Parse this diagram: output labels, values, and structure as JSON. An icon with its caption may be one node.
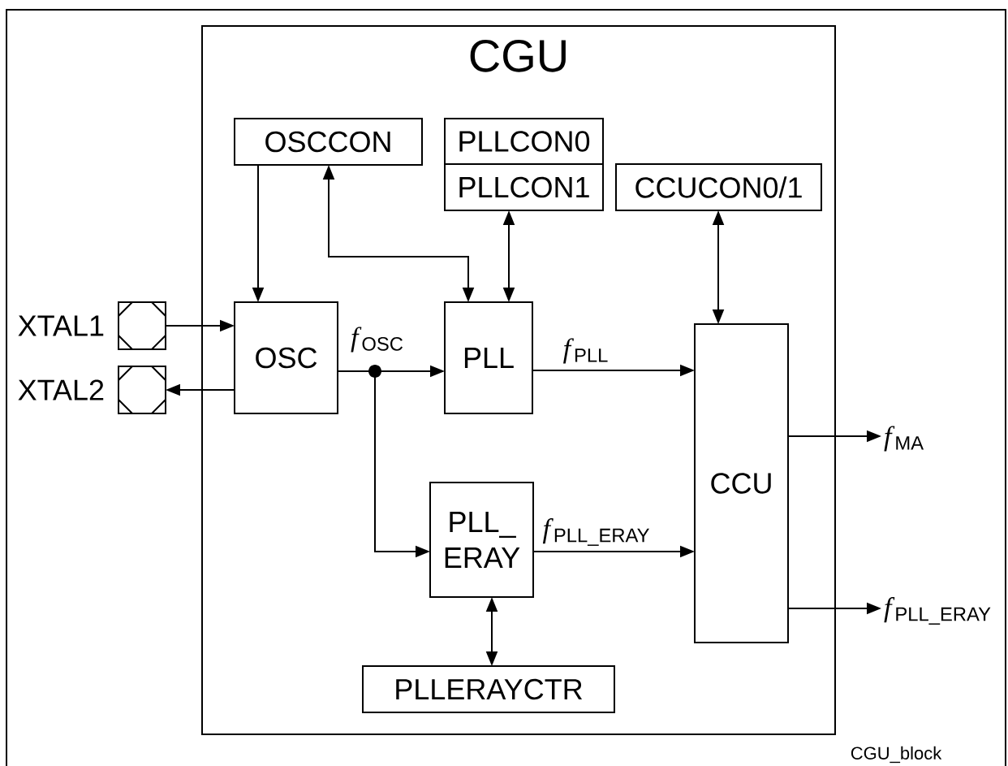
{
  "diagram": {
    "nodes": [
      {
        "text": [
          "CGU"
        ]
      },
      {
        "text": [
          "OSCCON"
        ],
        "in": 0
      },
      {
        "text": [
          "PLLCON0"
        ],
        "in": 0
      },
      {
        "text": [
          "PLLCON1"
        ],
        "in": 0
      },
      {
        "text": [
          "CCUCON0/1"
        ],
        "in": 0
      },
      {
        "text": [],
        "shape": "octagon",
        "beside": [
          "XTAL1"
        ]
      },
      {
        "text": [],
        "shape": "octagon",
        "beside": [
          "XTAL2"
        ]
      },
      {
        "text": [
          "OSC"
        ],
        "in": 0
      },
      {
        "text": [
          "PLL"
        ],
        "in": 0
      },
      {
        "text": [
          "PLL_ ERAY"
        ],
        "in": 0
      },
      {
        "text": [
          "CCU"
        ],
        "in": 0
      },
      {
        "text": [
          "PLLERAYCTR"
        ],
        "in": 0
      },
      {
        "text": [
          "*f*$_{MA}$"
        ]
      },
      {
        "text": [
          "*f*$_{PLL_ERAY}$"
        ]
      }
    ],
    "edges": [
      {
        "from": 5,
        "to": 7,
        "arrow": "to"
      },
      {
        "from": 7,
        "to": 6,
        "arrow": "to"
      },
      {
        "from": 1,
        "to": 7,
        "arrow": "to"
      },
      {
        "from": 1,
        "to": 8,
        "arrow": "both"
      },
      {
        "from": 3,
        "to": 8,
        "arrow": "both"
      },
      {
        "from": 4,
        "to": 10,
        "arrow": "both"
      },
      {
        "from": 7,
        "to": 8,
        "arrow": "to",
        "label": "*f*$_{OSC}$"
      },
      {
        "from": 7,
        "to": 9,
        "arrow": "to"
      },
      {
        "from": 8,
        "to": 10,
        "arrow": "to",
        "label": "*f*$_{PLL}$"
      },
      {
        "from": 9,
        "to": 10,
        "arrow": "to",
        "label": "*f*$_{PLL_ERAY}$"
      },
      {
        "from": 9,
        "to": 11,
        "arrow": "both"
      },
      {
        "from": 10,
        "to": 12,
        "arrow": "to"
      },
      {
        "from": 10,
        "to": 13,
        "arrow": "to"
      }
    ],
    "labels": [
      "CGU_block"
    ]
  }
}
